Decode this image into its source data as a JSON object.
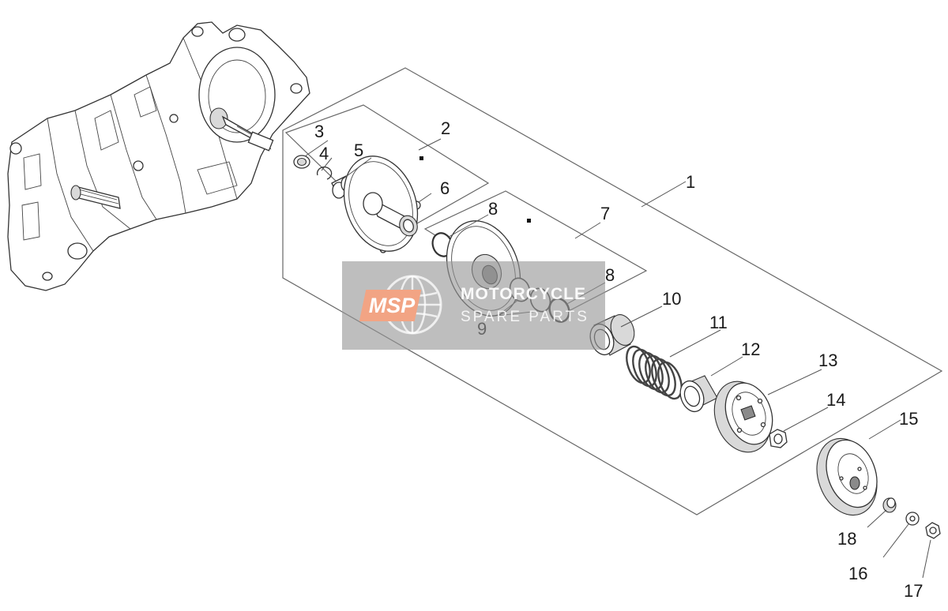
{
  "diagram": {
    "callouts": [
      {
        "id": "1",
        "label": "1"
      },
      {
        "id": "2",
        "label": "2"
      },
      {
        "id": "3",
        "label": "3"
      },
      {
        "id": "4",
        "label": "4"
      },
      {
        "id": "5",
        "label": "5"
      },
      {
        "id": "6",
        "label": "6"
      },
      {
        "id": "7",
        "label": "7"
      },
      {
        "id": "8a",
        "label": "8"
      },
      {
        "id": "8b",
        "label": "8"
      },
      {
        "id": "9",
        "label": "9"
      },
      {
        "id": "10",
        "label": "10"
      },
      {
        "id": "11",
        "label": "11"
      },
      {
        "id": "12",
        "label": "12"
      },
      {
        "id": "13",
        "label": "13"
      },
      {
        "id": "14",
        "label": "14"
      },
      {
        "id": "15",
        "label": "15"
      },
      {
        "id": "16",
        "label": "16"
      },
      {
        "id": "17",
        "label": "17"
      },
      {
        "id": "18",
        "label": "18"
      }
    ]
  },
  "watermark": {
    "logo": "MSP",
    "line1": "MOTORCYCLE",
    "line2": "SPARE PARTS",
    "color": "#f2a484"
  },
  "icons": [
    "crankcase-icon",
    "globe-icon"
  ]
}
